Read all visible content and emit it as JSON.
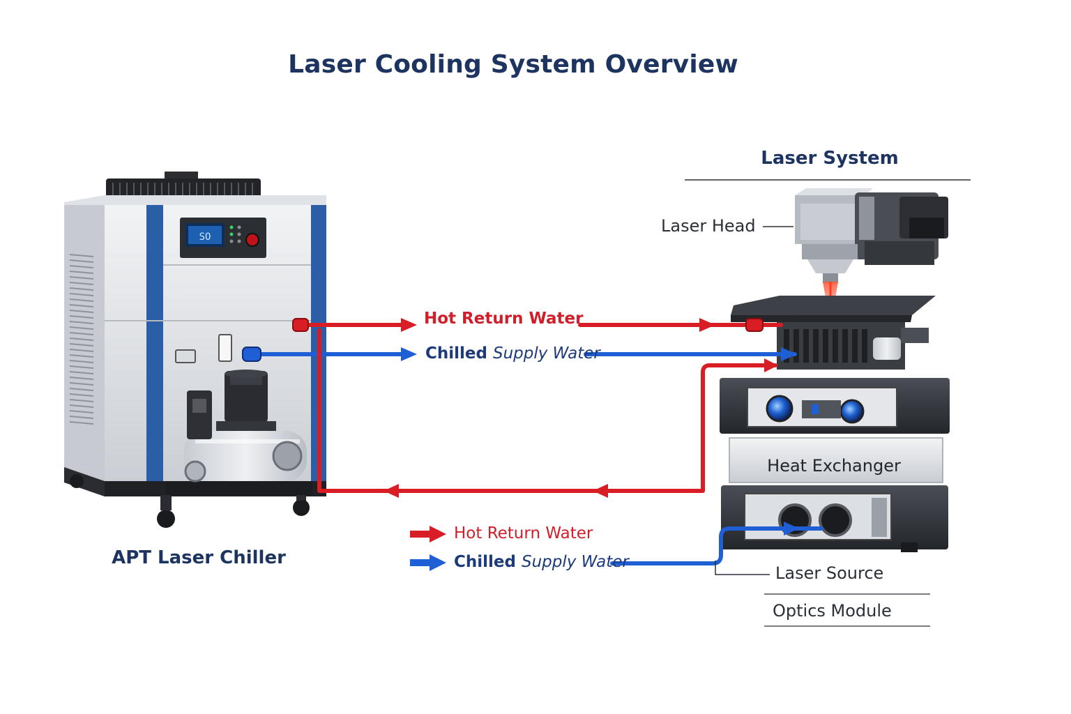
{
  "title": "Laser Cooling System Overview",
  "chiller": {
    "label": "APT Laser Chiller",
    "display_text": "SO"
  },
  "laser_system": {
    "heading": "Laser System",
    "components": {
      "laser_head": "Laser Head",
      "heat_exchanger": "Heat Exchanger",
      "laser_source": "Laser Source",
      "optics_module": "Optics Module"
    }
  },
  "flows": {
    "hot_label": "Hot Return Water",
    "chilled_bold": "Chilled",
    "chilled_rest": "Supply Water"
  },
  "legend": {
    "hot_label": "Hot Return Water",
    "chilled_bold": "Chilled",
    "chilled_rest": "Supply Water"
  },
  "colors": {
    "title": "#1d3461",
    "hot_water": "#d81e24",
    "chilled_water": "#1f5fd6",
    "chiller_accent": "#2a5fa8"
  },
  "icons": [
    "fan-icon",
    "control-panel-icon",
    "pump-icon",
    "laser-beam-icon",
    "lens-icon"
  ]
}
